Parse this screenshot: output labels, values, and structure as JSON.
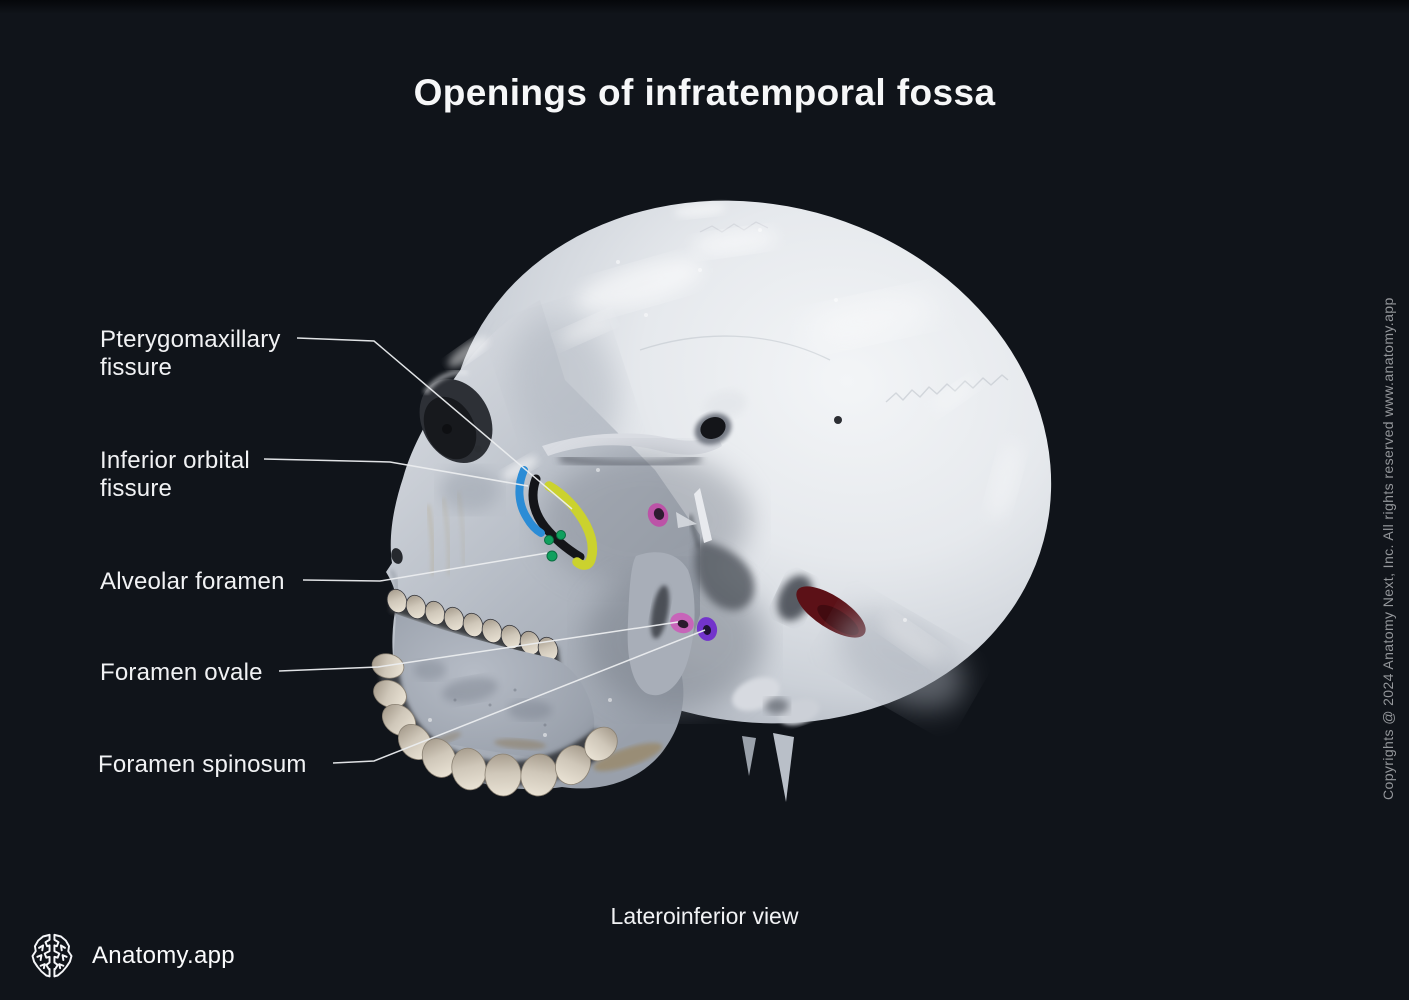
{
  "title": "Openings of infratemporal fossa",
  "view_caption": "Lateroinferior view",
  "brand": {
    "name": "Anatomy.app",
    "icon": "brain-icon"
  },
  "copyright_vertical": "Copyrights @ 2024 Anatomy Next, Inc. All rights reserved www.anatomy.app",
  "annotations": {
    "pterygomaxillary": {
      "line1": "Pterygomaxillary",
      "line2": "fissure",
      "marker": "yellow-crescent",
      "marker_color": "#cbd22e"
    },
    "inferior_orbital": {
      "line1": "Inferior orbital",
      "line2": "fissure",
      "marker": "blue-crescent",
      "marker_color": "#2b8cd6"
    },
    "alveolar": {
      "line1": "Alveolar foramen",
      "marker": "green-dots",
      "marker_color": "#10a05e"
    },
    "ovale": {
      "line1": "Foramen ovale",
      "marker": "pink-ring",
      "marker_color": "#c765b9"
    },
    "spinosum": {
      "line1": "Foramen spinosum",
      "marker": "purple-ring",
      "marker_color": "#7334cb"
    }
  },
  "colors": {
    "background": "#10141a",
    "label_text": "#f1f2f4",
    "leader_line": "#eceef0",
    "bone_light": "#f3f5f7",
    "bone_shadow": "#9097a1",
    "deep_recess_red": "#5c1117"
  }
}
